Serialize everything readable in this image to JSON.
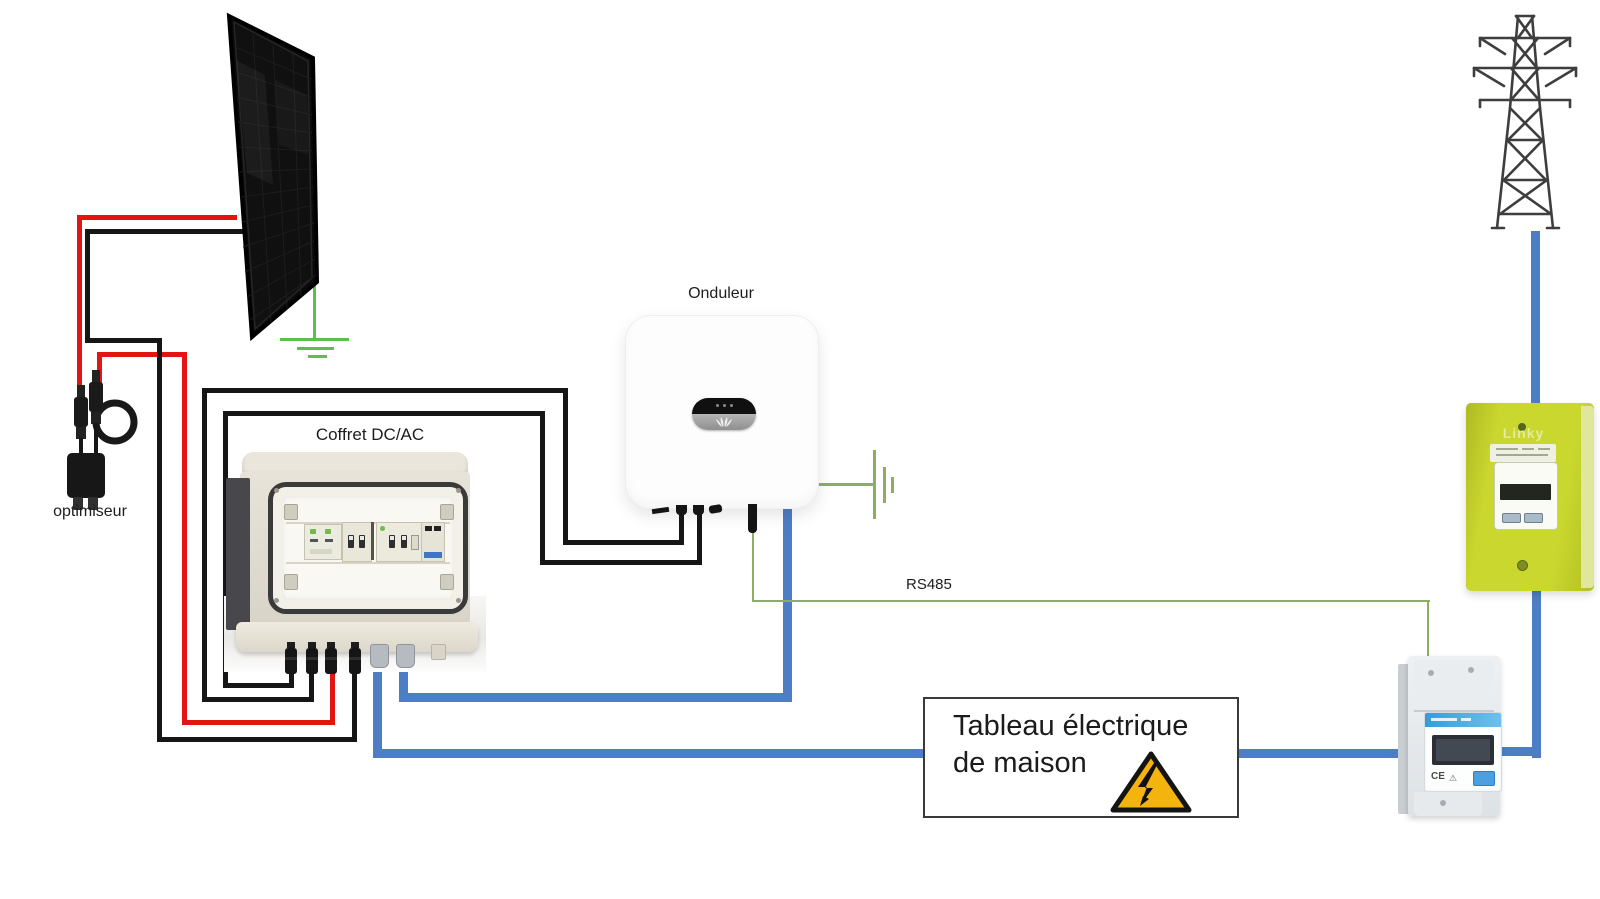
{
  "diagram": {
    "type": "solar-pv-wiring-diagram",
    "labels": {
      "optimizer": "optimiseur",
      "dc_ac_box": "Coffret DC/AC",
      "inverter": "Onduleur",
      "rs485": "RS485",
      "house_panel_line1": "Tableau électrique",
      "house_panel_line2": "de maison",
      "linky_brand": "Linky",
      "ce_mark": "CE",
      "warning_glyph": "⚠"
    },
    "colors": {
      "wire-red": "#e21414",
      "wire-black": "#161616",
      "wire-blue": "#4d7ec5",
      "signal-green": "#8cad62",
      "ground-green": "#5cbf4e",
      "linky-green": "#c9d72f",
      "warning-yellow": "#f4b40d",
      "text-dark": "#1d1d1d"
    }
  }
}
